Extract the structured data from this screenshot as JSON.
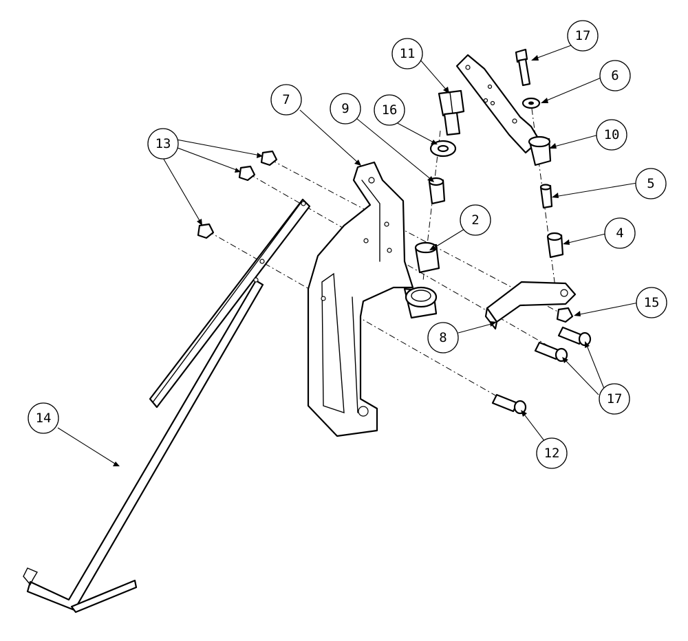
{
  "diagram": {
    "callouts": [
      "2",
      "4",
      "5",
      "6",
      "7",
      "8",
      "9",
      "10",
      "11",
      "12",
      "13",
      "14",
      "15",
      "16",
      "17"
    ]
  }
}
